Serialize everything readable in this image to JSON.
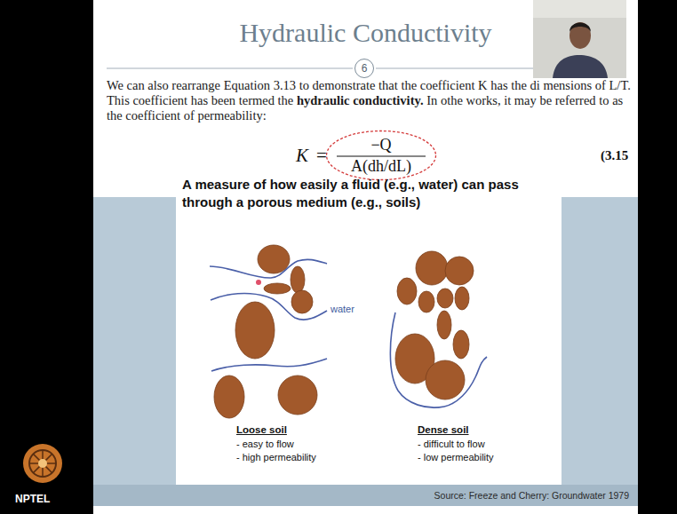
{
  "diagram": {
    "title": "Hydraulic Conductivity",
    "nodes": [
      {
        "text": [
          "6"
        ]
      },
      {
        "text": [
          "−Q",
          "A(dh/dL)"
        ]
      }
    ],
    "labels": [
      "We can also rearrange Equation 3.13 to demonstrate that the coefficient K has the di mensions of L/T. This coefficient has been termed the",
      "hydraulic conductivity.",
      "In othe works, it may be referred to as the coefficient of permeability:",
      "K",
      "=",
      "(3.15",
      "A measure of how easily a fluid (e.g., water) can pass through a porous medium (e.g., soils)",
      "water",
      "Loose soil",
      "- easy to flow",
      "- high permeability",
      "Dense soil",
      "- difficult to flow",
      "- low permeability",
      "Source: Freeze and Cherry: Groundwater 1979",
      "NPTEL"
    ]
  }
}
